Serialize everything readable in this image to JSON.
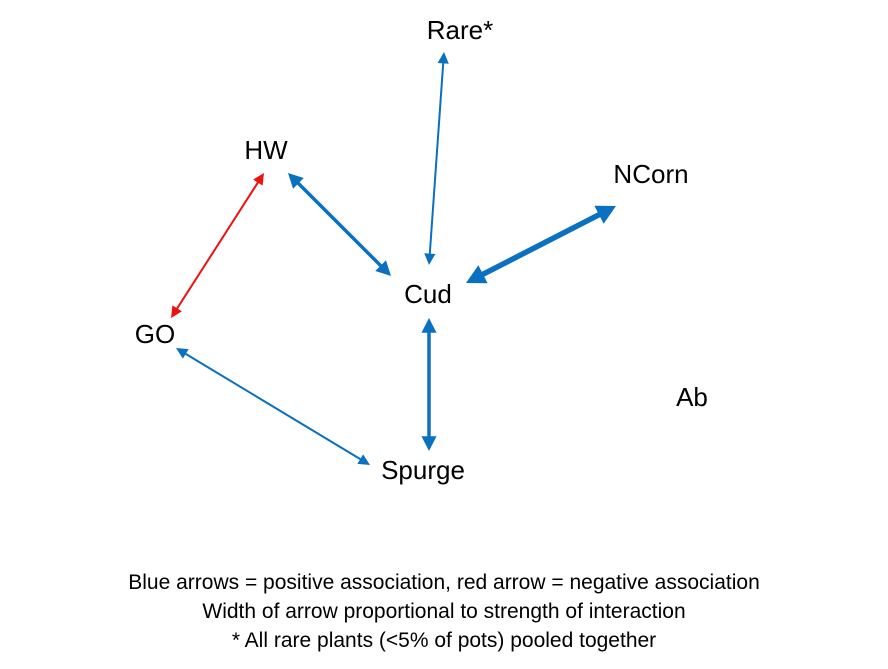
{
  "nodes": {
    "rare": "Rare*",
    "hw": "HW",
    "ncorn": "NCorn",
    "cud": "Cud",
    "go": "GO",
    "ab": "Ab",
    "spurge": "Spurge"
  },
  "edges": [
    {
      "from": "cud",
      "to": "rare",
      "association": "positive",
      "strength": "weak"
    },
    {
      "from": "hw",
      "to": "cud",
      "association": "positive",
      "strength": "moderate"
    },
    {
      "from": "cud",
      "to": "ncorn",
      "association": "positive",
      "strength": "strong"
    },
    {
      "from": "hw",
      "to": "go",
      "association": "negative",
      "strength": "weak"
    },
    {
      "from": "go",
      "to": "spurge",
      "association": "positive",
      "strength": "weak"
    },
    {
      "from": "cud",
      "to": "spurge",
      "association": "positive",
      "strength": "moderate"
    }
  ],
  "colors": {
    "positive": "#0a70c0",
    "negative": "#ee1111"
  },
  "caption": {
    "line1": "Blue arrows = positive association, red arrow = negative association",
    "line2": "Width of arrow proportional to strength of interaction",
    "line3": "* All rare plants (<5% of pots) pooled together"
  }
}
